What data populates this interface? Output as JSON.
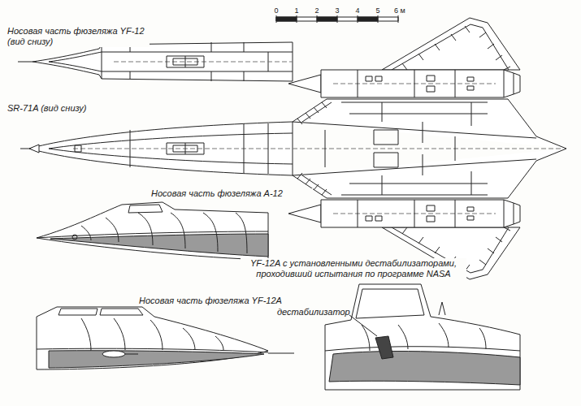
{
  "diagram": {
    "labels": [
      "Носовая часть фюзеляжа YF-12 (вид снизу)",
      "0",
      "1",
      "2",
      "3",
      "4",
      "5",
      "6 м",
      "SR-71A (вид снизу)",
      "Носовая часть фюзеляжа A-12",
      "YF-12A с установленными дестабилизаторами, проходивший испытания по программе NASA",
      "Носовая часть фюзеляжа YF-12A",
      "дестабилизатор"
    ]
  }
}
